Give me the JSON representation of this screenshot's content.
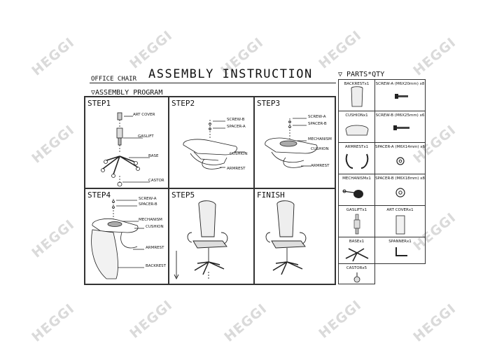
{
  "watermark": "HEGGI",
  "header": {
    "subtitle": "OFFICE CHAIR",
    "title": "ASSEMBLY  INSTRUCTION",
    "program_title": "▽ASSEMBLY PROGRAM",
    "parts_title": "▽ PARTS*QTY"
  },
  "steps": [
    {
      "label": "STEP1",
      "parts": [
        "ART COVER",
        "GASLIFT",
        "BASE",
        "CASTOR"
      ]
    },
    {
      "label": "STEP2",
      "parts": [
        "SCREW-B",
        "SPACER-A",
        "CUSHION",
        "ARMREST"
      ]
    },
    {
      "label": "STEP3",
      "parts": [
        "SCREW-A",
        "SPACER-B",
        "MECHANISM",
        "CUSHION",
        "ARMREST"
      ]
    },
    {
      "label": "STEP4",
      "parts": [
        "SCREW-A",
        "SPACER-B",
        "MECHANISM",
        "CUSHION",
        "ARMREST",
        "BACKREST"
      ]
    },
    {
      "label": "STEP5",
      "parts": []
    },
    {
      "label": "FINISH",
      "parts": []
    }
  ],
  "parts": [
    {
      "label": "BACKRESTx1",
      "icon": "backrest-icon"
    },
    {
      "label": "SCREW-A (M6X20mm) x8",
      "icon": "screw-icon"
    },
    {
      "label": "CUSHIONx1",
      "icon": "cushion-icon"
    },
    {
      "label": "SCREW-B (M6X25mm) x6",
      "icon": "screw-icon"
    },
    {
      "label": "ARMRESTx1",
      "icon": "armrest-icon"
    },
    {
      "label": "SPACER-A (M6X14mm) x6",
      "icon": "washer-icon"
    },
    {
      "label": "MECHANISMx1",
      "icon": "mechanism-icon"
    },
    {
      "label": "SPACER-B (M6X18mm) x8",
      "icon": "washer-icon"
    },
    {
      "label": "GASLIFTx1",
      "icon": "gaslift-icon"
    },
    {
      "label": "ART COVERx1",
      "icon": "art-cover-icon"
    },
    {
      "label": "BASEx1",
      "icon": "base-icon"
    },
    {
      "label": "SPANNERx1",
      "icon": "spanner-icon"
    },
    {
      "label": "CASTORx5",
      "icon": "castor-icon"
    }
  ]
}
